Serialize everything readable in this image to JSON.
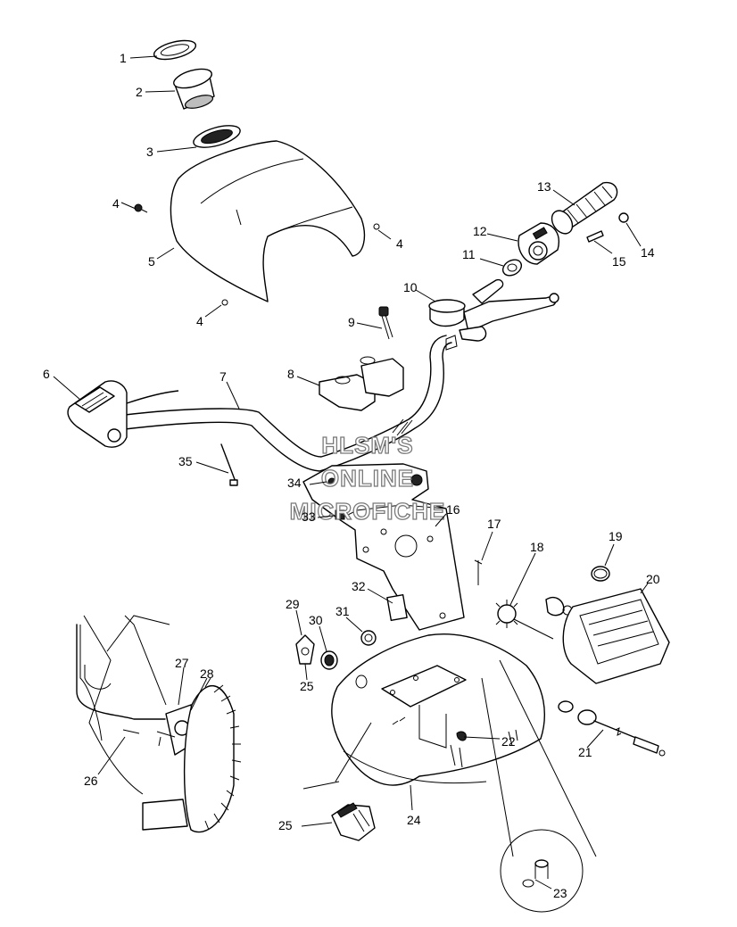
{
  "watermark": {
    "line1": "HLSM'S",
    "line2": "ONLINE",
    "line3": "MICROFICHE"
  },
  "callouts": [
    {
      "id": "c1",
      "label": "1"
    },
    {
      "id": "c2",
      "label": "2"
    },
    {
      "id": "c3",
      "label": "3"
    },
    {
      "id": "c4a",
      "label": "4"
    },
    {
      "id": "c4b",
      "label": "4"
    },
    {
      "id": "c4c",
      "label": "4"
    },
    {
      "id": "c5",
      "label": "5"
    },
    {
      "id": "c6",
      "label": "6"
    },
    {
      "id": "c7",
      "label": "7"
    },
    {
      "id": "c8",
      "label": "8"
    },
    {
      "id": "c9",
      "label": "9"
    },
    {
      "id": "c10",
      "label": "10"
    },
    {
      "id": "c11",
      "label": "11"
    },
    {
      "id": "c12",
      "label": "12"
    },
    {
      "id": "c13",
      "label": "13"
    },
    {
      "id": "c14",
      "label": "14"
    },
    {
      "id": "c15",
      "label": "15"
    },
    {
      "id": "c16",
      "label": "16"
    },
    {
      "id": "c17",
      "label": "17"
    },
    {
      "id": "c18",
      "label": "18"
    },
    {
      "id": "c19",
      "label": "19"
    },
    {
      "id": "c20",
      "label": "20"
    },
    {
      "id": "c21",
      "label": "21"
    },
    {
      "id": "c22",
      "label": "22"
    },
    {
      "id": "c23",
      "label": "23"
    },
    {
      "id": "c24",
      "label": "24"
    },
    {
      "id": "c25a",
      "label": "25"
    },
    {
      "id": "c25b",
      "label": "25"
    },
    {
      "id": "c26",
      "label": "26"
    },
    {
      "id": "c27",
      "label": "27"
    },
    {
      "id": "c28",
      "label": "28"
    },
    {
      "id": "c29",
      "label": "29"
    },
    {
      "id": "c30",
      "label": "30"
    },
    {
      "id": "c31",
      "label": "31"
    },
    {
      "id": "c32",
      "label": "32"
    },
    {
      "id": "c33",
      "label": "33"
    },
    {
      "id": "c34",
      "label": "34"
    },
    {
      "id": "c35",
      "label": "35"
    }
  ]
}
